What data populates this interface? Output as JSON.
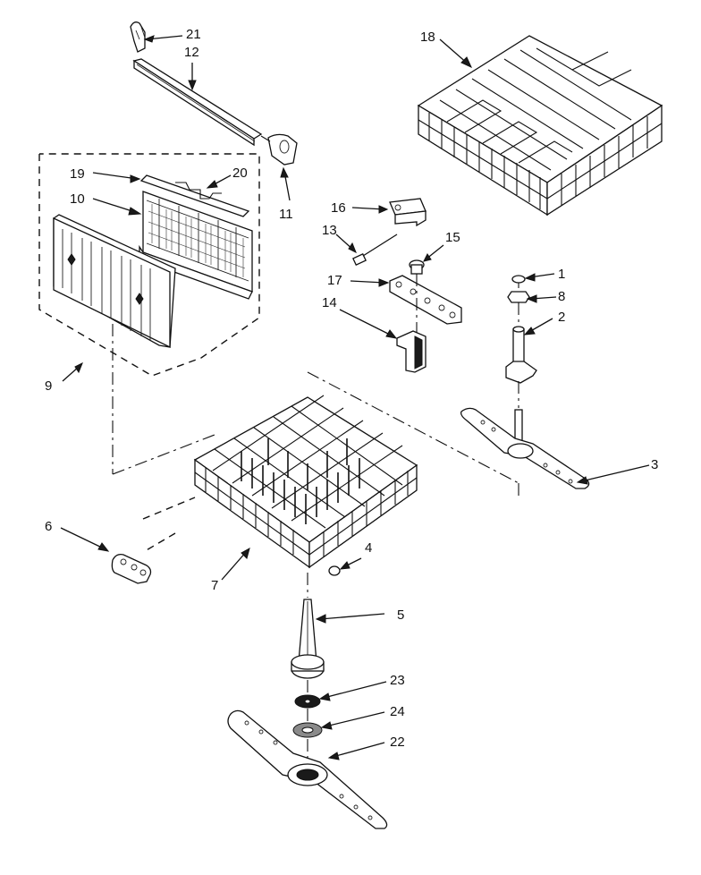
{
  "diagram": {
    "callouts": [
      {
        "id": "21",
        "label": "21"
      },
      {
        "id": "12",
        "label": "12"
      },
      {
        "id": "19",
        "label": "19"
      },
      {
        "id": "20",
        "label": "20"
      },
      {
        "id": "10",
        "label": "10"
      },
      {
        "id": "11",
        "label": "11"
      },
      {
        "id": "9",
        "label": "9"
      },
      {
        "id": "18",
        "label": "18"
      },
      {
        "id": "16",
        "label": "16"
      },
      {
        "id": "13",
        "label": "13"
      },
      {
        "id": "15",
        "label": "15"
      },
      {
        "id": "17",
        "label": "17"
      },
      {
        "id": "14",
        "label": "14"
      },
      {
        "id": "1",
        "label": "1"
      },
      {
        "id": "8",
        "label": "8"
      },
      {
        "id": "2",
        "label": "2"
      },
      {
        "id": "3",
        "label": "3"
      },
      {
        "id": "6",
        "label": "6"
      },
      {
        "id": "7",
        "label": "7"
      },
      {
        "id": "4",
        "label": "4"
      },
      {
        "id": "5",
        "label": "5"
      },
      {
        "id": "23",
        "label": "23"
      },
      {
        "id": "24",
        "label": "24"
      },
      {
        "id": "22",
        "label": "22"
      }
    ]
  }
}
